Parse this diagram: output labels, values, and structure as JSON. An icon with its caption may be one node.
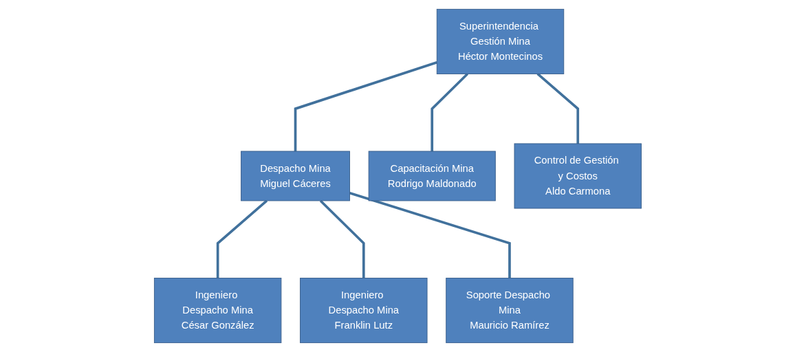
{
  "diagram": {
    "nodes": [
      {
        "text": [
          "Superintendencia Gestión Mina",
          "Héctor Montecinos"
        ]
      },
      {
        "text": [
          "Despacho Mina",
          "Miguel Cáceres"
        ]
      },
      {
        "text": [
          "Capacitación Mina",
          "Rodrigo Maldonado"
        ]
      },
      {
        "text": [
          "Control de Gestión y Costos",
          "Aldo Carmona"
        ]
      },
      {
        "text": [
          "Ingeniero Despacho Mina",
          "César González"
        ]
      },
      {
        "text": [
          "Ingeniero Despacho Mina",
          "Franklin Lutz"
        ]
      },
      {
        "text": [
          "Soporte Despacho Mina",
          "Mauricio Ramírez"
        ]
      }
    ],
    "edges": [
      {
        "from": 0,
        "to": 1,
        "arrow": "none"
      },
      {
        "from": 0,
        "to": 2,
        "arrow": "none"
      },
      {
        "from": 0,
        "to": 3,
        "arrow": "none"
      },
      {
        "from": 1,
        "to": 4,
        "arrow": "none"
      },
      {
        "from": 1,
        "to": 5,
        "arrow": "none"
      },
      {
        "from": 1,
        "to": 6,
        "arrow": "none"
      }
    ]
  }
}
